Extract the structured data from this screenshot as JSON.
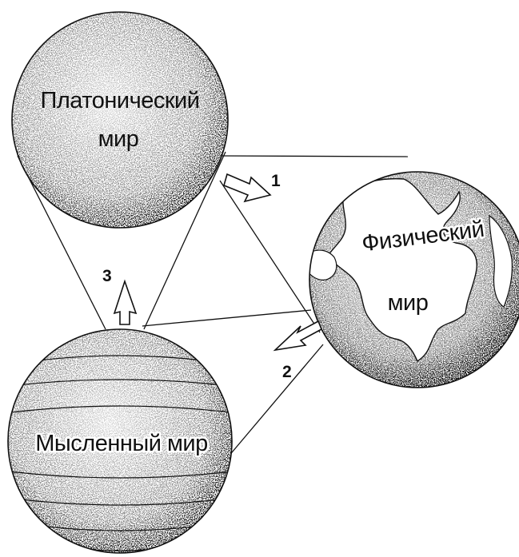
{
  "diagram": {
    "platonic_world": {
      "line1": "Платонический",
      "line2": "мир"
    },
    "physical_world": {
      "line1": "Физический",
      "line2": "мир"
    },
    "mental_world": {
      "label": "Мысленный мир"
    },
    "arrows": {
      "a1": "1",
      "a2": "2",
      "a3": "3"
    },
    "colors": {
      "ink": "#111111",
      "background": "#ffffff"
    }
  }
}
